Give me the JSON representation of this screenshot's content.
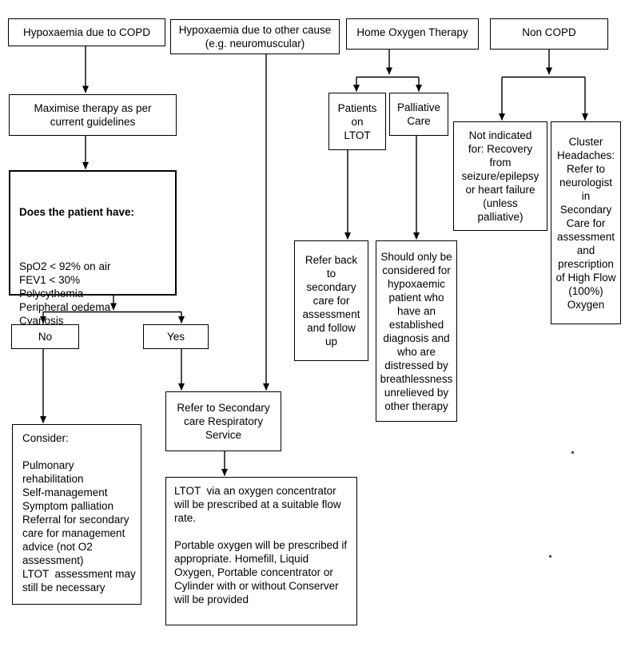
{
  "flowchart": {
    "colors": {
      "background": "#ffffff",
      "border": "#000000",
      "text": "#000000",
      "arrow": "#000000"
    },
    "nodes": {
      "copd": "Hypoxaemia due to COPD",
      "other_cause": "Hypoxaemia due to other cause\n(e.g. neuromuscular)",
      "home_oxygen": "Home Oxygen Therapy",
      "non_copd": "Non COPD",
      "maximise": "Maximise therapy as per\ncurrent guidelines",
      "does_have_title": "Does the patient have:",
      "does_have_body": "SpO2 < 92% on air\nFEV1 < 30%\nPolycythemia\nPeripheral oedema\nCyanosis\nRaised JVP",
      "patients_ltot": "Patients\non\nLTOT",
      "palliative": "Palliative\nCare",
      "not_indicated": "Not indicated\nfor: Recovery\nfrom\nseizure/epilepsy\nor heart failure\n(unless\npalliative)",
      "cluster": "Cluster\nHeadaches:\nRefer to\nneurologist\nin\nSecondary\nCare for\nassessment\nand\nprescription\nof High Flow\n(100%)\nOxygen",
      "no": "No",
      "yes": "Yes",
      "refer_secondary": "Refer to Secondary\ncare Respiratory\nService",
      "refer_back": "Refer back\nto\nsecondary\ncare for\nassessment\nand follow\nup",
      "should_only": "Should only be\nconsidered for\nhypoxaemic\npatient who\nhave an\nestablished\ndiagnosis and\nwho are\ndistressed by\nbreathlessness\nunrelieved by\nother therapy",
      "consider": "Consider:\n\nPulmonary\nrehabilitation\nSelf-management\nSymptom palliation\nReferral for secondary\ncare for management\nadvice (not O2\nassessment)\nLTOT  assessment may\nstill be necessary",
      "ltot_provision": "LTOT  via an oxygen concentrator\nwill be prescribed at a suitable flow\nrate.\n\nPortable oxygen will be prescribed if\nappropriate. Homefill, Liquid\nOxygen, Portable concentrator or\nCylinder with or without Conserver\nwill be provided"
    }
  }
}
